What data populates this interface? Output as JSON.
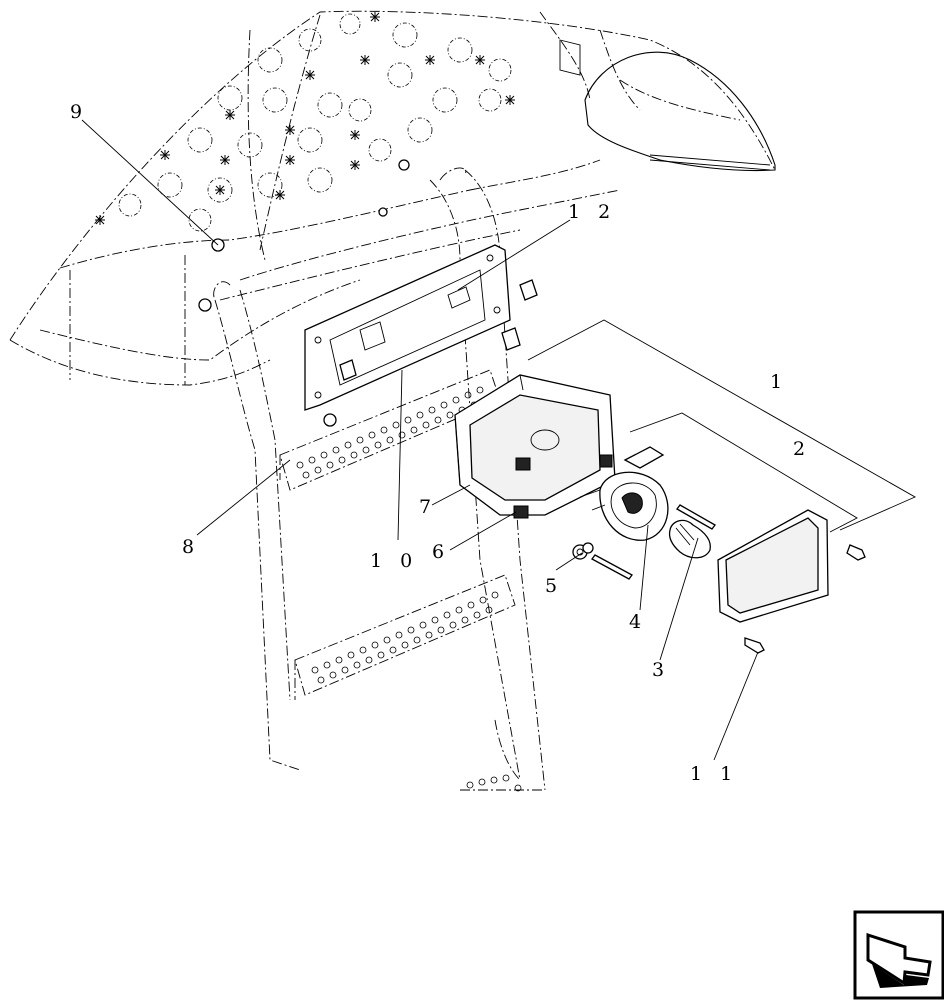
{
  "figure": {
    "callouts": [
      {
        "id": "1",
        "text": "1"
      },
      {
        "id": "2",
        "text": "2"
      },
      {
        "id": "3",
        "text": "3"
      },
      {
        "id": "4",
        "text": "4"
      },
      {
        "id": "5",
        "text": "5"
      },
      {
        "id": "6",
        "text": "6"
      },
      {
        "id": "7",
        "text": "7"
      },
      {
        "id": "8",
        "text": "8"
      },
      {
        "id": "9",
        "text": "9"
      },
      {
        "id": "10",
        "text": "1 0"
      },
      {
        "id": "11",
        "text": "1 1"
      },
      {
        "id": "12",
        "text": "1 2"
      }
    ],
    "nav_icon": "next-page-arrow-icon"
  }
}
